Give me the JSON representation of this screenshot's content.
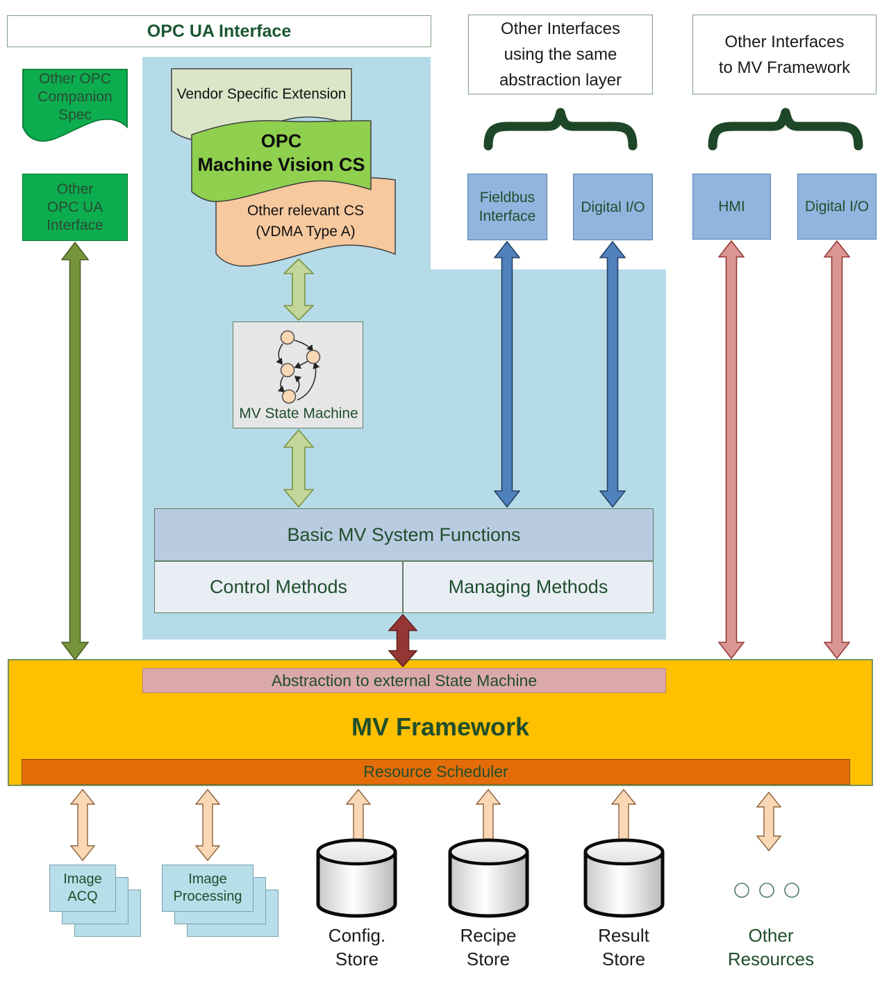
{
  "header": {
    "title": "OPC UA Interface"
  },
  "left": {
    "companion_spec_lines": [
      "Other OPC",
      "Companion",
      "Spec"
    ],
    "opc_ua_lines": [
      "Other",
      "OPC UA",
      "Interface"
    ]
  },
  "stack": {
    "vendor_extension": "Vendor Specific Extension",
    "mv_cs_lines": [
      "OPC",
      "Machine Vision CS"
    ],
    "other_cs_lines": [
      "Other relevant CS",
      "(VDMA Type A)"
    ]
  },
  "state_machine": {
    "label": "MV State Machine"
  },
  "functions": {
    "header": "Basic MV System Functions",
    "control": "Control Methods",
    "managing": "Managing Methods"
  },
  "framework": {
    "abstraction": "Abstraction to external State Machine",
    "title": "MV Framework",
    "scheduler": "Resource Scheduler"
  },
  "interfaces_mid": {
    "title_lines": [
      "Other Interfaces",
      "using the same",
      "abstraction layer"
    ],
    "box1_lines": [
      "Fieldbus",
      "Interface"
    ],
    "box2": "Digital I/O"
  },
  "interfaces_right": {
    "title_lines": [
      "Other Interfaces",
      "to MV Framework"
    ],
    "box1": "HMI",
    "box2": "Digital I/O"
  },
  "bottom": {
    "image_acq_lines": [
      "Image",
      "ACQ"
    ],
    "image_processing_lines": [
      "Image",
      "Processing"
    ],
    "config_store_lines": [
      "Config.",
      "Store"
    ],
    "recipe_store_lines": [
      "Recipe",
      "Store"
    ],
    "result_store_lines": [
      "Result",
      "Store"
    ],
    "other_resources_lines": [
      "Other",
      "Resources"
    ]
  },
  "colors": {
    "dark_green_text": "#1F4E2C",
    "panel_blue": "#B6DBE8",
    "bright_green_box": "#0CAD4E",
    "pale_green_wave": "#DBE6C9",
    "green_wave": "#8FD04F",
    "peach_wave": "#F7C99E",
    "basic_bar_blue": "#B9CBE1",
    "methods_fill": "#E9EEF5",
    "blue_interface_box": "#92B4DF",
    "framework_gold": "#FFC000",
    "scheduler_orange": "#E36C09",
    "abstraction_pink": "#DCA9A9",
    "arrow_olive": "#77933C",
    "arrow_light_green": "#C3D69B",
    "arrow_blue": "#4F81BD",
    "arrow_pink": "#D99694",
    "arrow_dark_red": "#943634",
    "arrow_peach": "#FAD7B5",
    "brace_green": "#1E4728",
    "stack_box_blue": "#B7DEE9"
  }
}
